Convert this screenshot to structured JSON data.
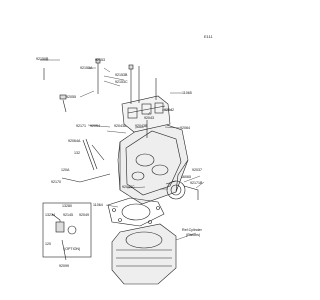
{
  "diagram": {
    "page_code": "E111",
    "callout_labels": [
      {
        "id": "92150B",
        "text": "92150B"
      },
      {
        "id": "92153",
        "text": "92153"
      },
      {
        "id": "92153A",
        "text": "92153A"
      },
      {
        "id": "92153B",
        "text": "92153B"
      },
      {
        "id": "92153C",
        "text": "92153C"
      },
      {
        "id": "11065",
        "text": "11065"
      },
      {
        "id": "92055",
        "text": "92055"
      },
      {
        "id": "92042",
        "text": "92042"
      },
      {
        "id": "92043",
        "text": "92043"
      },
      {
        "id": "92043A",
        "text": "92043A"
      },
      {
        "id": "92043B",
        "text": "92043B"
      },
      {
        "id": "92171",
        "text": "92171"
      },
      {
        "id": "92054",
        "text": "92054"
      },
      {
        "id": "92064",
        "text": "92064"
      },
      {
        "id": "92064A",
        "text": "92064A"
      },
      {
        "id": "132",
        "text": "132"
      },
      {
        "id": "120A",
        "text": "120A"
      },
      {
        "id": "92170",
        "text": "92170"
      },
      {
        "id": "11064",
        "text": "11064"
      },
      {
        "id": "92043C",
        "text": "92043C"
      },
      {
        "id": "92037",
        "text": "92037"
      },
      {
        "id": "16065",
        "text": "16065"
      },
      {
        "id": "92171B",
        "text": "92171B"
      },
      {
        "id": "13280",
        "text": "13280"
      },
      {
        "id": "13234",
        "text": "13234"
      },
      {
        "id": "92145",
        "text": "92145"
      },
      {
        "id": "92049",
        "text": "92049"
      },
      {
        "id": "120",
        "text": "120"
      },
      {
        "id": "option",
        "text": "(OPTION)"
      },
      {
        "id": "92099",
        "text": "92099"
      },
      {
        "id": "ref_cyl",
        "text": "Ref.Cylinder"
      },
      {
        "id": "ref_cyl_sub",
        "text": "(Pistons)"
      }
    ]
  }
}
